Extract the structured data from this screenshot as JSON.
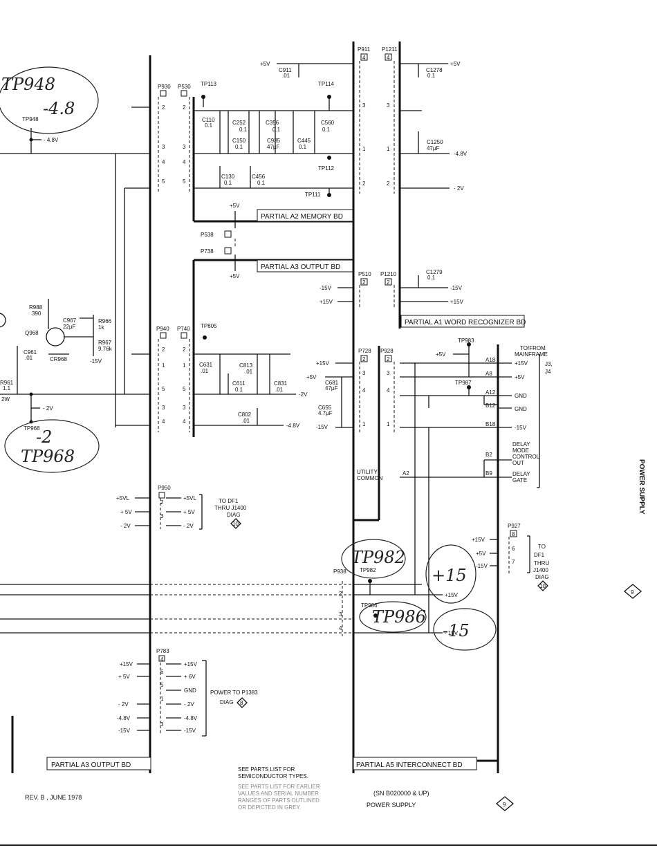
{
  "board_labels": {
    "a2_memory": "PARTIAL A2 MEMORY BD",
    "a3_output_top": "PARTIAL A3 OUTPUT BD",
    "a1_word": "PARTIAL A1 WORD RECOGNIZER BD",
    "a3_output_bottom": "PARTIAL A3 OUTPUT BD",
    "a5_interconnect": "PARTIAL A5 INTERCONNECT BD"
  },
  "connectors": {
    "p930": "P930",
    "p530": "P530",
    "p911": "P911",
    "p1211": "P1211",
    "p538": "P538",
    "p738": "P738",
    "p510": "P510",
    "p1210": "P1210",
    "p940": "P940",
    "p740": "P740",
    "p728": "P728",
    "p928": "P928",
    "p950": "P950",
    "p927": "P927",
    "p938": "P938",
    "p783": "P783"
  },
  "testpoints": {
    "tp948": "TP948",
    "tp113": "TP113",
    "tp114": "TP114",
    "tp112": "TP112",
    "tp111": "TP111",
    "tp805": "TP805",
    "tp983": "TP983",
    "tp987": "TP987",
    "tp968": "TP968",
    "tp982": "TP982",
    "tp986": "TP986"
  },
  "components": {
    "c911": "C911",
    "c911v": ".01",
    "c1278": "C1278",
    "c1278v": "0.1",
    "c110": "C110",
    "c110v": "0.1",
    "c252": "C252",
    "c252v": "0.1",
    "c356": "C356",
    "c356v": "0.1",
    "c560": "C560",
    "c560v": "0.1",
    "c150": "C150",
    "c150v": "0.1",
    "c935": "C935",
    "c935v": "47µF",
    "c445": "C445",
    "c445v": "0.1",
    "c1250": "C1250",
    "c1250v": "47µF",
    "c130": "C130",
    "c130v": "0.1",
    "c456": "C456",
    "c456v": "0.1",
    "c1279": "C1279",
    "c1279v": "0.1",
    "r988": "R988",
    "r988v": "390",
    "c967": "C967",
    "c967v": "22µF",
    "r966": "R966",
    "r966v": "1k",
    "q968": "Q968",
    "r967": "R967",
    "r967v": "9.76k",
    "c961": "C961",
    "c961v": ".01",
    "cr968": "CR968",
    "r961": "R961",
    "r961v": "1.1",
    "r961w": "2W",
    "c631": "C631",
    "c631v": ".01",
    "c813": "C813",
    "c813v": ".01",
    "c611": "C611",
    "c611v": "0.1",
    "c831": "C831",
    "c831v": ".01",
    "c802": "C802",
    "c802v": ".01",
    "c681": "C681",
    "c681v": "47µF",
    "c655": "C655",
    "c655v": "4.7µF"
  },
  "voltages": {
    "p5v": "+5V",
    "p5": "+ 5V",
    "m48": "- 4.8V",
    "m48b": "-4.8V",
    "m2": "- 2V",
    "m2b": "-2V",
    "m15": "-15V",
    "p15": "+15V",
    "p15b": "+ 15V",
    "p6": "+ 6V",
    "gnd": "GND",
    "p5vl": "+5VL",
    "m15b": "- 15V",
    "p15c": "+15V"
  },
  "mainframe": {
    "title": "TO/FROM",
    "title2": "MAINFRAME",
    "jacks": "J3,",
    "jacks2": "J4",
    "rows": [
      {
        "pin": "A18",
        "sig": "+15V"
      },
      {
        "pin": "A8",
        "sig": "+5V"
      },
      {
        "pin": "A12",
        "sig": "GND"
      },
      {
        "pin": "B12",
        "sig": "GND"
      },
      {
        "pin": "B18",
        "sig": "-15V"
      }
    ],
    "delay1": "DELAY",
    "delay2": "MODE",
    "delay3": "CONTROL",
    "delay4": "OUT",
    "delay5": "DELAY",
    "delay6": "GATE",
    "b2": "B2",
    "b9": "B9",
    "utility1": "UTILITY",
    "utility2": "COMMON",
    "a2": "A2"
  },
  "notes": {
    "to_df1": "TO DF1",
    "thru_j1400": "THRU J1400",
    "diag": "DIAG",
    "diag10": "10",
    "power_to": "POWER TO P1383",
    "diag8": "8",
    "to": "TO",
    "df1": "DF1",
    "thru": "THRU",
    "j1400": "J1400"
  },
  "handwritten": {
    "tp948_note1": "TP948",
    "tp948_note2": "-4.8",
    "tp968_note1": "-2",
    "tp968_note2": "TP968",
    "tp982_note": "TP982",
    "plus15_note": "+15",
    "tp986_note": "TP986",
    "minus15_note": "-15"
  },
  "footer": {
    "rev": "REV. B , JUNE 1978",
    "see1": "SEE PARTS LIST FOR",
    "see2": "SEMICONDUCTOR TYPES.",
    "grey1": "SEE PARTS LIST FOR EARLIER",
    "grey2": "VALUES AND SERIAL NUMBER",
    "grey3": "RANGES OF PARTS OUTLINED",
    "grey4": "OR DEPICTED IN GREY.",
    "serial": "(SN B020000 & UP)",
    "title": "POWER SUPPLY",
    "diag_no": "9"
  },
  "side": {
    "tab_title": "POWER SUPPLY",
    "tab_diag": "9"
  }
}
